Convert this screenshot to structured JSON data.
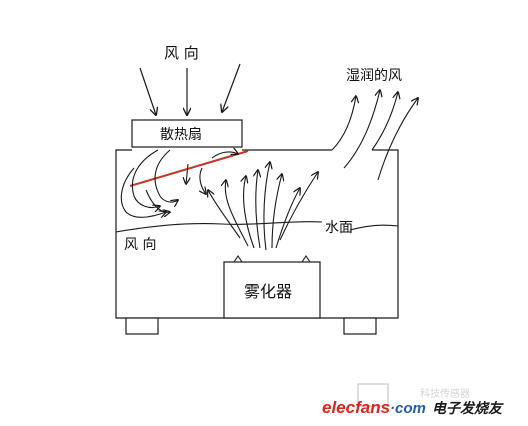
{
  "labels": {
    "wind_direction_top": "风 向",
    "humid_wind": "湿润的风",
    "cooling_fan": "散热扇",
    "water_surface": "水面",
    "wind_direction_left": "风 向",
    "atomizer": "雾化器"
  },
  "watermark": {
    "site_prefix": "elecfans",
    "site_suffix": "·com",
    "brand_cn": "电子发烧友",
    "faint_text": "科技传感器"
  },
  "colors": {
    "line": "#1a1a1a",
    "deflector": "#c0392b",
    "watermark_red": "#d9261c",
    "watermark_blue": "#1f5fa8"
  }
}
